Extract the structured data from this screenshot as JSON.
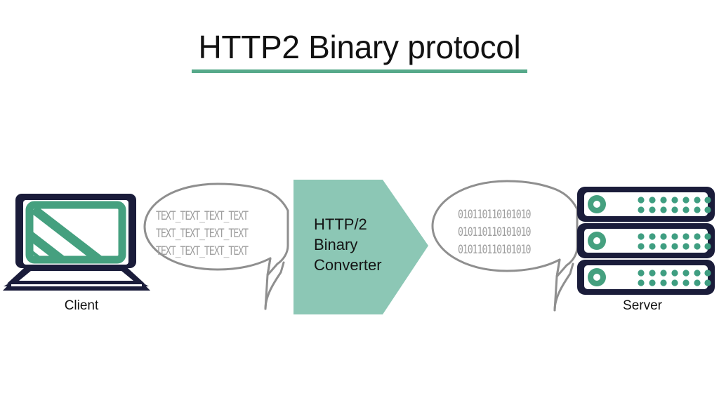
{
  "slide": {
    "title": "HTTP2 Binary protocol",
    "background_color": "#ffffff",
    "accent_color": "#56a98a",
    "teal_fill": "#8cc7b5",
    "teal_icon": "#45a07f",
    "navy": "#1a1c3a",
    "bubble_stroke": "#8f8f8f",
    "bubble_text_color": "#9e9e9e"
  },
  "client": {
    "label": "Client",
    "icon": "laptop-icon"
  },
  "server": {
    "label": "Server",
    "icon": "server-rack-icon",
    "units": 3,
    "dots_per_row": 7,
    "dot_rows": 2
  },
  "left_bubble": {
    "name": "client-request-bubble",
    "lines": [
      "TEXT_TEXT_TEXT_TEXT",
      "TEXT_TEXT_TEXT_TEXT",
      "TEXT_TEXT_TEXT_TEXT"
    ]
  },
  "right_bubble": {
    "name": "server-binary-bubble",
    "lines": [
      "010110110101010",
      "010110110101010",
      "010110110101010"
    ]
  },
  "converter": {
    "name": "http2-binary-converter",
    "lines": [
      "HTTP/2",
      "Binary",
      "Converter"
    ],
    "shape": "pentagon-arrow-right",
    "fill": "#8cc7b5"
  }
}
